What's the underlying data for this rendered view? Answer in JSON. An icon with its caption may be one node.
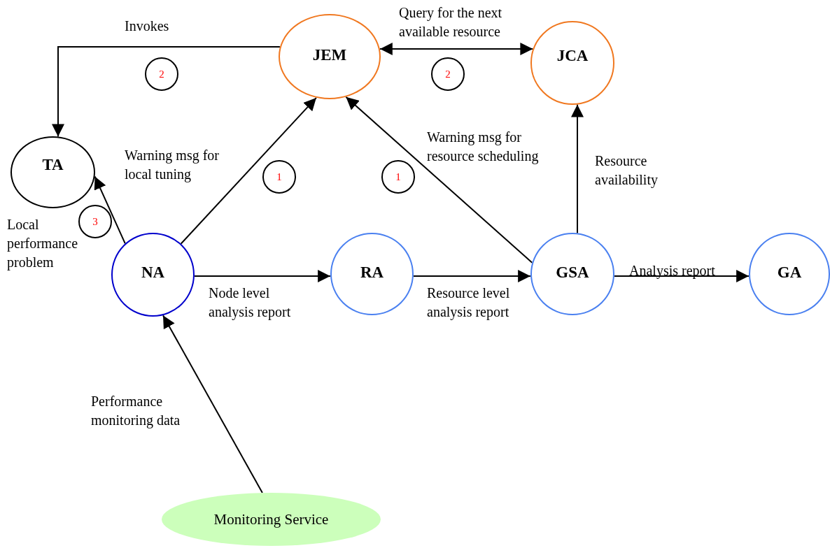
{
  "diagram": {
    "nodes": [
      {
        "text": [
          "JEM"
        ]
      },
      {
        "text": [
          "JCA"
        ]
      },
      {
        "text": [
          "TA"
        ]
      },
      {
        "text": [
          "2"
        ]
      },
      {
        "text": [
          "2"
        ]
      },
      {
        "text": [
          "1"
        ]
      },
      {
        "text": [
          "1"
        ]
      },
      {
        "text": [
          "3"
        ]
      },
      {
        "text": [
          "NA"
        ]
      },
      {
        "text": [
          "RA"
        ]
      },
      {
        "text": [
          "GSA"
        ]
      },
      {
        "text": [
          "GA"
        ]
      },
      {
        "text": [
          "Monitoring Service"
        ]
      }
    ],
    "edges": [
      {
        "from": 0,
        "to": 2,
        "arrow": "to",
        "label": "Invokes"
      },
      {
        "from": 0,
        "to": 1,
        "arrow": "both",
        "label": "Query for the next available resource"
      },
      {
        "from": 8,
        "to": 0,
        "arrow": "to",
        "label": "Warning msg for local tuning"
      },
      {
        "from": 10,
        "to": 0,
        "arrow": "to",
        "label": "Warning msg for resource scheduling"
      },
      {
        "from": 10,
        "to": 1,
        "arrow": "to",
        "label": "Resource availability"
      },
      {
        "from": 8,
        "to": 2,
        "arrow": "to",
        "label": "Local performance problem"
      },
      {
        "from": 8,
        "to": 9,
        "arrow": "to",
        "label": "Node level analysis report"
      },
      {
        "from": 9,
        "to": 10,
        "arrow": "to",
        "label": "Resource level analysis report"
      },
      {
        "from": 10,
        "to": 11,
        "arrow": "to",
        "label": "Analysis report"
      },
      {
        "from": 12,
        "to": 8,
        "arrow": "to",
        "label": "Performance monitoring data"
      }
    ]
  }
}
